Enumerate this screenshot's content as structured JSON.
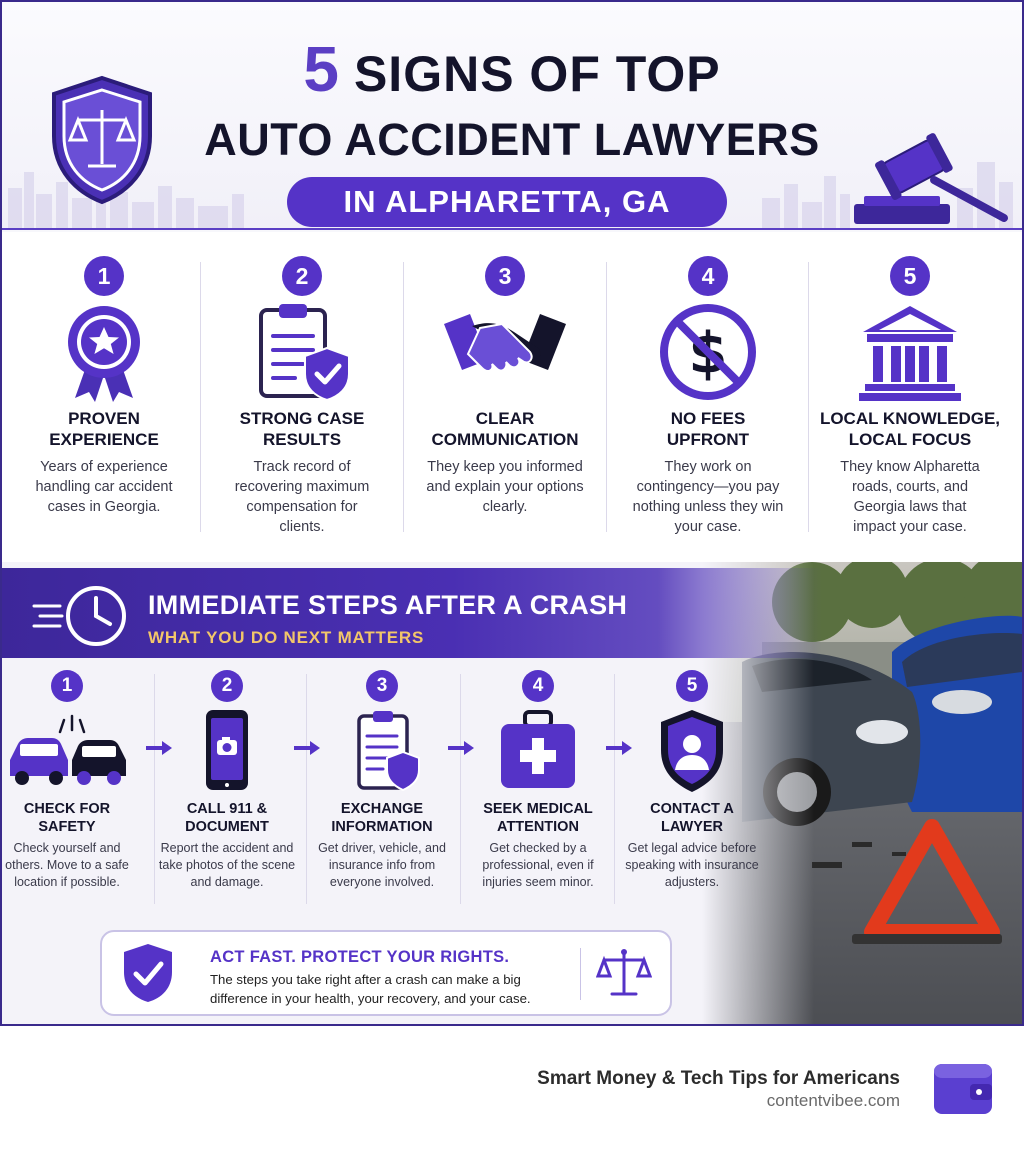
{
  "header": {
    "title_number": "5",
    "title_line1": "SIGNS OF TOP",
    "title_line2": "AUTO ACCIDENT LAWYERS",
    "location": "IN ALPHARETTA, GA"
  },
  "signs": [
    {
      "number": "1",
      "icon": "medal-icon",
      "title": "PROVEN EXPERIENCE",
      "description": "Years of experience handling car accident cases in Georgia."
    },
    {
      "number": "2",
      "icon": "clipboard-shield-icon",
      "title": "STRONG CASE RESULTS",
      "description": "Track record of recovering maximum compensation for clients."
    },
    {
      "number": "3",
      "icon": "handshake-icon",
      "title": "CLEAR COMMUNICATION",
      "description": "They keep you informed and explain your options clearly."
    },
    {
      "number": "4",
      "icon": "no-dollar-icon",
      "title": "NO FEES UPFRONT",
      "description": "They work on contingency—you pay nothing unless they win your case."
    },
    {
      "number": "5",
      "icon": "courthouse-icon",
      "title": "LOCAL KNOWLEDGE, LOCAL FOCUS",
      "description": "They know Alpharetta roads, courts, and Georgia laws that impact your case."
    }
  ],
  "steps_section": {
    "title": "IMMEDIATE STEPS AFTER A CRASH",
    "subtitle": "WHAT YOU DO NEXT MATTERS"
  },
  "steps": [
    {
      "number": "1",
      "icon": "two-cars-icon",
      "title": "CHECK FOR SAFETY",
      "description": "Check yourself and others. Move to a safe location if possible."
    },
    {
      "number": "2",
      "icon": "phone-camera-icon",
      "title": "CALL 911 & DOCUMENT",
      "description": "Report the accident and take photos of the scene and damage."
    },
    {
      "number": "3",
      "icon": "clipboard-shield-icon",
      "title": "EXCHANGE INFORMATION",
      "description": "Get driver, vehicle, and insurance info from everyone involved."
    },
    {
      "number": "4",
      "icon": "medical-kit-icon",
      "title": "SEEK MEDICAL ATTENTION",
      "description": "Get checked by a professional, even if injuries seem minor."
    },
    {
      "number": "5",
      "icon": "lawyer-shield-icon",
      "title": "CONTACT A LAWYER",
      "description": "Get legal advice before speaking with insurance adjusters."
    }
  ],
  "callout": {
    "title": "ACT FAST. PROTECT YOUR RIGHTS.",
    "text": "The steps you take right after a crash can make a big difference in your health, your recovery, and your case."
  },
  "footer": {
    "tagline": "Smart Money & Tech Tips for Americans",
    "site": "contentvibee.com"
  },
  "colors": {
    "brand_purple": "#5533c7",
    "dark_purple": "#3d279a",
    "accent_gold": "#f2c66a",
    "text_dark": "#14142b"
  }
}
